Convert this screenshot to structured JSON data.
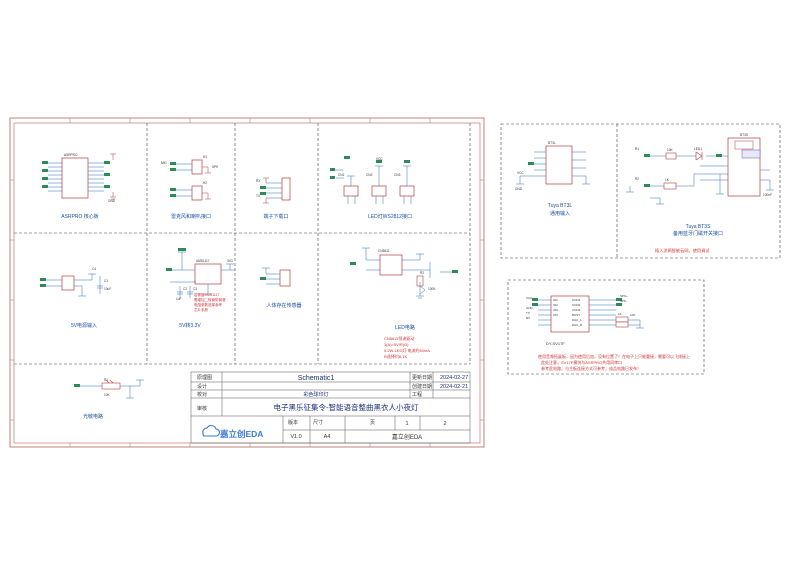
{
  "main_sheet": {
    "sections": [
      {
        "label": "ASRPRO 核心板"
      },
      {
        "label": "雷克风和喇叭接口"
      },
      {
        "label": "端子下载口"
      },
      {
        "label": "LED灯WS2812接口"
      },
      {
        "label": "5V电源输入"
      },
      {
        "label": "5V转3.3V"
      },
      {
        "label": "人体存在传感器"
      },
      {
        "label": "LED电路"
      },
      {
        "label": "光敏电路"
      }
    ],
    "led_notes": [
      "CN5611恒流驱动",
      "1(A)=5V/R(Ω)",
      "0.2W-LED灯 电流约60mA",
      "R选择约8.1K"
    ],
    "power_notes": [
      "若需做AMS1117",
      "需增加二极管防倒灌",
      "电阻参数选择参考",
      "芯片手册"
    ],
    "part_labels": [
      "ASRPRO",
      "CN1",
      "CN2",
      "CN3",
      "CN5611",
      "H1",
      "H2",
      "R1",
      "R2",
      "C1",
      "C2",
      "C3",
      "C4",
      "3V3",
      "VCC",
      "GND",
      "SPK",
      "MIC",
      "RX",
      "TX",
      "10K",
      "100K",
      "10uF",
      "1uF",
      "AMS1117"
    ]
  },
  "title_block": {
    "labels": {
      "title": "原理图",
      "design": "设计",
      "check": "校对",
      "approve": "审核",
      "version": "版本",
      "size": "尺寸",
      "page": "页",
      "updated": "更新日期",
      "created": "创建日期",
      "engineer": "工程"
    },
    "schematic_name": "Schematic1",
    "updated_date": "2024-02-27",
    "created_date": "2024-02-21",
    "engineer": "",
    "org": "彩色球印灯",
    "project_title": "电子黑乐征集令-智能语音整曲黑衣人小夜灯",
    "logo": "嘉立创EDA",
    "version": "V1.0",
    "size": "A4",
    "page_no": "1",
    "page_total": "2",
    "company": "嘉立创EDA"
  },
  "side_panel_a": {
    "sections": [
      {
        "label": "Tuya BT3L",
        "sub": "通用输入"
      },
      {
        "label": "Tuya BT3S",
        "sub": "备用蓝牙门磁开关接口"
      }
    ],
    "note": "插入涂鸦智能云网，使用调试",
    "part_labels": [
      "BT3L",
      "BT3S",
      "LED1",
      "10K",
      "1K",
      "100nF",
      "VCC",
      "GND",
      "R1",
      "R2"
    ]
  },
  "side_panel_b": {
    "chip": "DY-SV17F",
    "notes": [
      "使用音频拓展板，因为使用后加，没有位置了！在电子上只能重接，需要可以飞线接上",
      "此处注意，SV17F模块与ASRPRO共用同串口",
      "参考此电路，与主板连接方式可参考，成品电路已发布！"
    ],
    "part_labels": [
      "VCC",
      "GND",
      "TX",
      "RX",
      "1K",
      "10K",
      "SPK+",
      "SPK-",
      "IO1",
      "IO2",
      "IO3",
      "IO4",
      "CON1",
      "CON2",
      "CON3",
      "BUSY",
      "DAC_L",
      "DAC_R"
    ]
  }
}
